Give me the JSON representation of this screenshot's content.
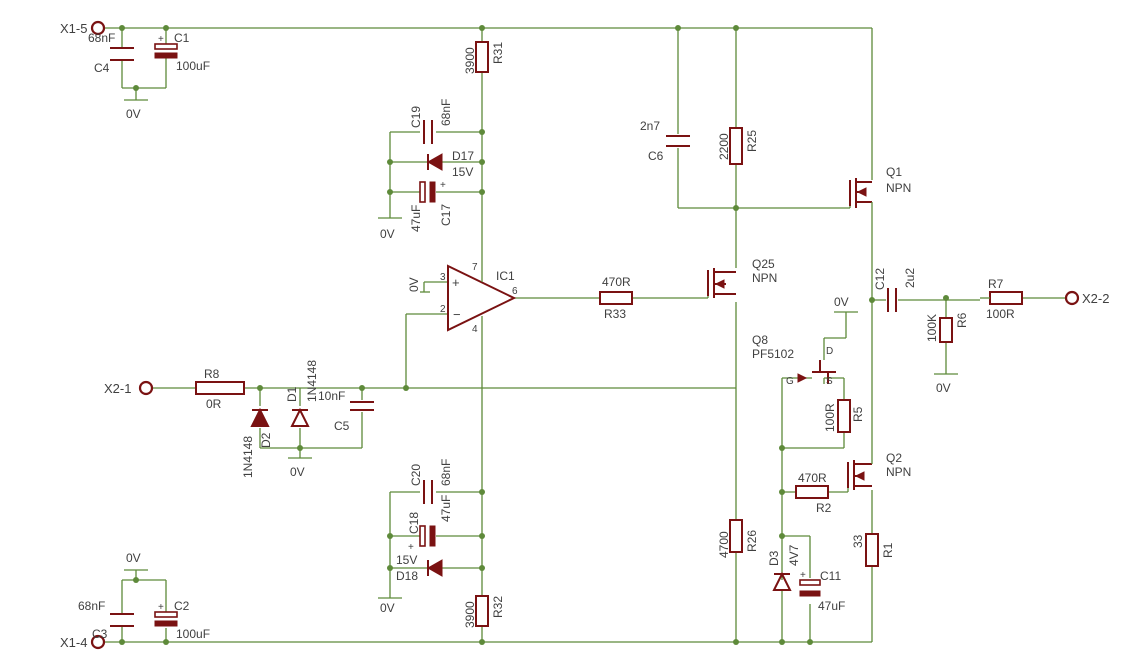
{
  "terminals": {
    "x1_5": "X1-5",
    "x1_4": "X1-4",
    "x2_1": "X2-1",
    "x2_2": "X2-2"
  },
  "ground": "0V",
  "capacitors": {
    "c1": {
      "ref": "C1",
      "value": "100uF"
    },
    "c2": {
      "ref": "C2",
      "value": "100uF"
    },
    "c3": {
      "ref": "C3",
      "value": "68nF"
    },
    "c4": {
      "ref": "C4",
      "value": "68nF"
    },
    "c5": {
      "ref": "C5",
      "value": "10nF"
    },
    "c6": {
      "ref": "C6",
      "value": "2n7"
    },
    "c11": {
      "ref": "C11",
      "value": "47uF"
    },
    "c12": {
      "ref": "C12",
      "value": "2u2"
    },
    "c17": {
      "ref": "C17",
      "value": "47uF"
    },
    "c18": {
      "ref": "C18",
      "value": "47uF"
    },
    "c19": {
      "ref": "C19",
      "value": "68nF"
    },
    "c20": {
      "ref": "C20",
      "value": "68nF"
    }
  },
  "resistors": {
    "r1": {
      "ref": "R1",
      "value": "33"
    },
    "r2": {
      "ref": "R2",
      "value": "470R"
    },
    "r5": {
      "ref": "R5",
      "value": "100R"
    },
    "r6": {
      "ref": "R6",
      "value": "100K"
    },
    "r7": {
      "ref": "R7",
      "value": "100R"
    },
    "r8": {
      "ref": "R8",
      "value": "0R"
    },
    "r25": {
      "ref": "R25",
      "value": "2200"
    },
    "r26": {
      "ref": "R26",
      "value": "4700"
    },
    "r31": {
      "ref": "R31",
      "value": "3900"
    },
    "r32": {
      "ref": "R32",
      "value": "3900"
    },
    "r33": {
      "ref": "R33",
      "value": "470R"
    }
  },
  "diodes": {
    "d1": {
      "ref": "D1",
      "value": "1N4148"
    },
    "d2": {
      "ref": "D2",
      "value": "1N4148"
    },
    "d3": {
      "ref": "D3",
      "value": "4V7"
    },
    "d17": {
      "ref": "D17",
      "value": "15V"
    },
    "d18": {
      "ref": "D18",
      "value": "15V"
    }
  },
  "transistors": {
    "q1": {
      "ref": "Q1",
      "type": "NPN"
    },
    "q2": {
      "ref": "Q2",
      "type": "NPN"
    },
    "q25": {
      "ref": "Q25",
      "type": "NPN"
    },
    "q8": {
      "ref": "Q8",
      "type": "PF5102"
    }
  },
  "ic1": {
    "ref": "IC1",
    "pins": [
      "3",
      "2",
      "6",
      "7",
      "4"
    ]
  },
  "jfet_pins": {
    "g": "G",
    "d": "D",
    "s": "S"
  },
  "colors": {
    "wire": "#5e8a3a",
    "component": "#7a1212",
    "text": "#404040"
  }
}
